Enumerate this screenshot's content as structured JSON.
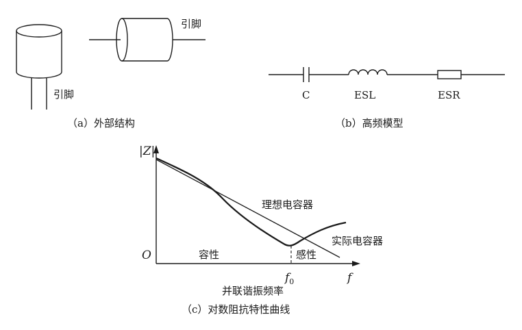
{
  "panel_a": {
    "pin_label_top": "引脚",
    "pin_label_bottom": "引脚",
    "caption": "（a）外部结构"
  },
  "panel_b": {
    "c_label": "C",
    "esl_label": "ESL",
    "esr_label": "ESR",
    "caption": "（b）高频模型"
  },
  "panel_c": {
    "y_axis_label": "|Z|",
    "origin_label": "O",
    "x_axis_label": "f",
    "f0_main": "f",
    "f0_sub": "0",
    "ideal_label": "理想电容器",
    "real_label": "实际电容器",
    "capacitive_label": "容性",
    "inductive_label": "感性",
    "f0_description": "并联谐振频率",
    "caption": "（c）对数阻抗特性曲线"
  }
}
